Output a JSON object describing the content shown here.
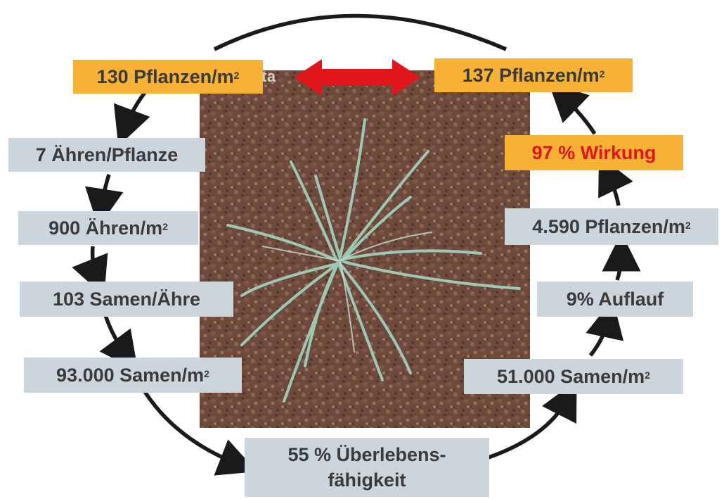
{
  "photo": {
    "brand": "syngenta",
    "colors": {
      "soil": "#6d4a3c",
      "plant": "#9cc9b4"
    }
  },
  "cycle": {
    "top_left": {
      "value": "130 Pflanzen/m",
      "sup": "2"
    },
    "top_right": {
      "value": "137 Pflanzen/m",
      "sup": "2"
    },
    "wirkung": {
      "value": "97 % Wirkung"
    },
    "left": [
      {
        "value": "7 Ähren/Pflanze",
        "sup": ""
      },
      {
        "value": "900 Ähren/m",
        "sup": "2"
      },
      {
        "value": "103 Samen/Ähre",
        "sup": ""
      },
      {
        "value": "93.000 Samen/m",
        "sup": "2"
      }
    ],
    "bottom": {
      "line1": "55 % Überlebens-",
      "line2": "fähigkeit"
    },
    "right": [
      {
        "value": "51.000 Samen/m",
        "sup": "2"
      },
      {
        "value": "9% Auflauf",
        "sup": ""
      },
      {
        "value": "4.590 Pflanzen/m",
        "sup": "2"
      }
    ]
  },
  "colors": {
    "gray_box": "#cdd5dc",
    "orange_box": "#f7b236",
    "red_arrow": "#e0161b",
    "cycle_line": "#1a1a1a"
  }
}
